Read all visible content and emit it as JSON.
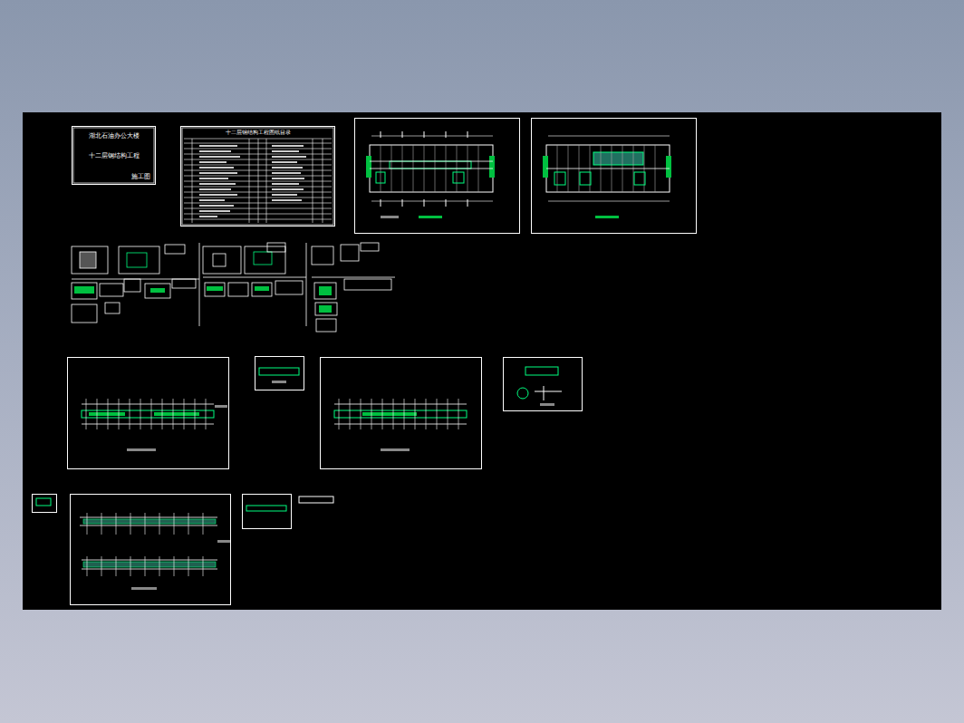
{
  "diagram": {
    "nodes": [
      {
        "text": [
          "湖北石油办公大楼",
          "十二层钢结构工程",
          "施工图"
        ]
      },
      {
        "text": [
          "十二层钢结构工程图纸目录"
        ]
      }
    ]
  }
}
